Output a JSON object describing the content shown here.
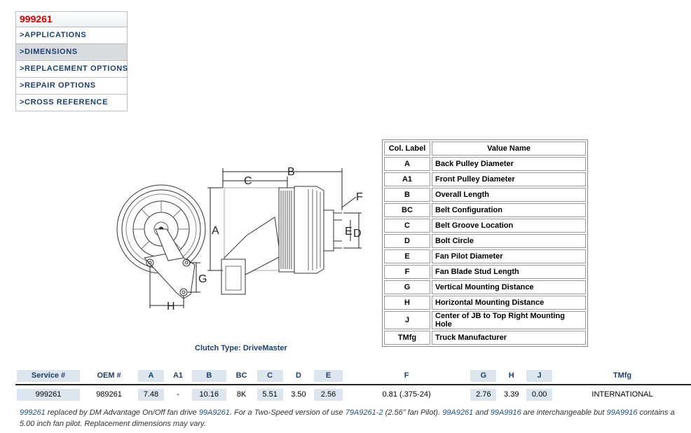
{
  "nav": {
    "title": "999261",
    "items": [
      {
        "label": ">APPLICATIONS"
      },
      {
        "label": ">DIMENSIONS"
      },
      {
        "label": ">REPLACEMENT OPTIONS"
      },
      {
        "label": ">REPAIR OPTIONS"
      },
      {
        "label": ">CROSS REFERENCE"
      }
    ]
  },
  "diagram": {
    "labels": {
      "A": "A",
      "B": "B",
      "C": "C",
      "D": "D",
      "E": "E",
      "F": "F",
      "G": "G",
      "H": "H"
    },
    "clutch_type": "Clutch Type: DriveMaster"
  },
  "legend": {
    "headers": {
      "col": "Col. Label",
      "val": "Value Name"
    },
    "rows": [
      {
        "label": "A",
        "name": "Back Pulley Diameter"
      },
      {
        "label": "A1",
        "name": "Front Pulley Diameter"
      },
      {
        "label": "B",
        "name": "Overall Length"
      },
      {
        "label": "BC",
        "name": "Belt Configuration"
      },
      {
        "label": "C",
        "name": "Belt Groove Location"
      },
      {
        "label": "D",
        "name": "Bolt Circle"
      },
      {
        "label": "E",
        "name": "Fan Pilot Diameter"
      },
      {
        "label": "F",
        "name": "Fan Blade Stud Length"
      },
      {
        "label": "G",
        "name": "Vertical Mounting Distance"
      },
      {
        "label": "H",
        "name": "Horizontal Mounting Distance"
      },
      {
        "label": "J",
        "name": "Center of JB to Top Right Mounting Hole"
      },
      {
        "label": "TMfg",
        "name": "Truck Manufacturer"
      }
    ]
  },
  "table": {
    "headers": [
      "Service #",
      "OEM #",
      "A",
      "A1",
      "B",
      "BC",
      "C",
      "D",
      "E",
      "F",
      "G",
      "H",
      "J",
      "TMfg"
    ],
    "row": [
      "999261",
      "989261",
      "7.48",
      "-",
      "10.16",
      "8K",
      "5.51",
      "3.50",
      "2.56",
      "0.81 (.375-24)",
      "2.76",
      "3.39",
      "0.00",
      "INTERNATIONAL"
    ]
  },
  "note": {
    "l1": "999261",
    "t1": " replaced by DM Advantage On/Off fan drive ",
    "l2": "99A9261",
    "t2": ". For a Two-Speed version of use ",
    "l3": "79A9261-2",
    "t3": " (2.56\" fan Pilot). ",
    "l4": "99A9261",
    "t4": " and ",
    "l5": "99A9916",
    "t5": " are interchangeable but ",
    "l6": "99A9916",
    "t6": " contains a 5.00 inch fan pilot. Replacement dimensions may vary."
  }
}
